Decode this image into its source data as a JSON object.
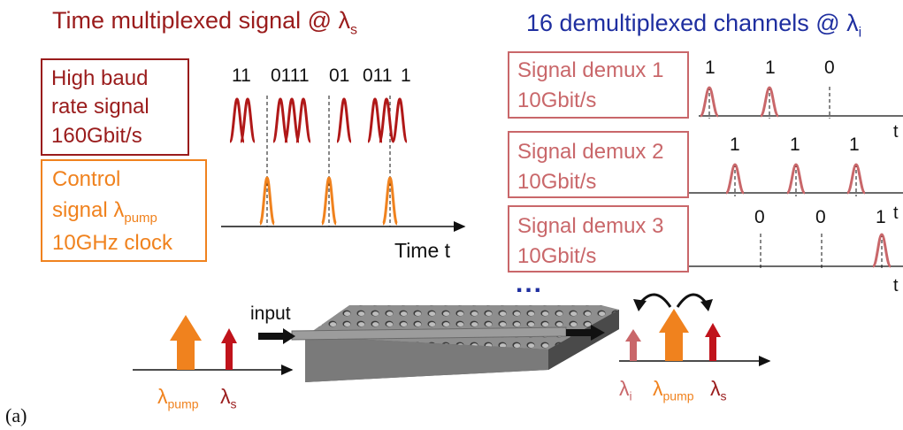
{
  "title_left": {
    "text": "Time multiplexed signal @ ",
    "lambda": "λ",
    "sub": "s"
  },
  "title_right": {
    "text": "16 demultiplexed channels @ ",
    "lambda": "λ",
    "sub": "i"
  },
  "signal_box": {
    "line1": "High baud",
    "line2": "rate signal",
    "line3": "160Gbit/s"
  },
  "control_box": {
    "line1": "Control",
    "line2a": "signal ",
    "lambda": "λ",
    "sub": "pump",
    "line3": "10GHz  clock"
  },
  "bit_sequence": [
    "11",
    "0111",
    "01",
    "011",
    "1"
  ],
  "time_label": "Time t",
  "demux": [
    {
      "name": "Signal demux 1",
      "rate": "10Gbit/s",
      "bits": [
        "1",
        "1",
        "0"
      ],
      "axis": "t"
    },
    {
      "name": "Signal demux 2",
      "rate": "10Gbit/s",
      "bits": [
        "1",
        "1",
        "1"
      ],
      "axis": "t"
    },
    {
      "name": "Signal demux 3",
      "rate": "10Gbit/s",
      "bits": [
        "0",
        "0",
        "1"
      ],
      "axis": "t"
    }
  ],
  "ellipsis": "...",
  "input_label": "input",
  "spectrum_in": {
    "pump": "λ",
    "pump_sub": "pump",
    "s": "λ",
    "s_sub": "s"
  },
  "spectrum_out": {
    "i": "λ",
    "i_sub": "i",
    "pump": "λ",
    "pump_sub": "pump",
    "s": "λ",
    "s_sub": "s"
  },
  "panel_label": "(a)",
  "colors": {
    "dark_red": "#9a1c1c",
    "orange": "#f0821e",
    "blue": "#1f2fa0",
    "rose": "#c9676a",
    "red_arrow": "#c0131b"
  }
}
